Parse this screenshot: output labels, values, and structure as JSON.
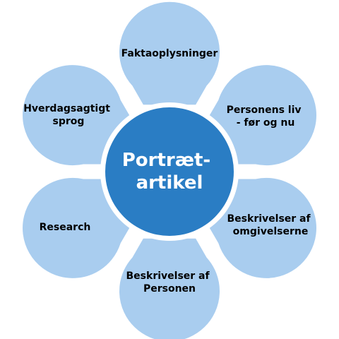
{
  "center": {
    "label_line1": "Portræt-",
    "label_line2": "artikel"
  },
  "petals": [
    {
      "id": "faktaoplysninger",
      "lines": [
        "Faktaoplysninger"
      ]
    },
    {
      "id": "personens-liv",
      "lines": [
        "Personens liv",
        "- før og nu"
      ]
    },
    {
      "id": "beskrivelser-omgivelserne",
      "lines": [
        "Beskrivelser af",
        "omgivelserne"
      ]
    },
    {
      "id": "beskrivelser-personen",
      "lines": [
        "Beskrivelser af",
        "Personen"
      ]
    },
    {
      "id": "research",
      "lines": [
        "Research"
      ]
    },
    {
      "id": "hverdagsagtigt-sprog",
      "lines": [
        "Hverdagsagtigt",
        "sprog"
      ]
    }
  ],
  "colors": {
    "petal_fill": "#a9cdef",
    "center_fill": "#2a7dc4",
    "center_ring": "#ffffff"
  }
}
